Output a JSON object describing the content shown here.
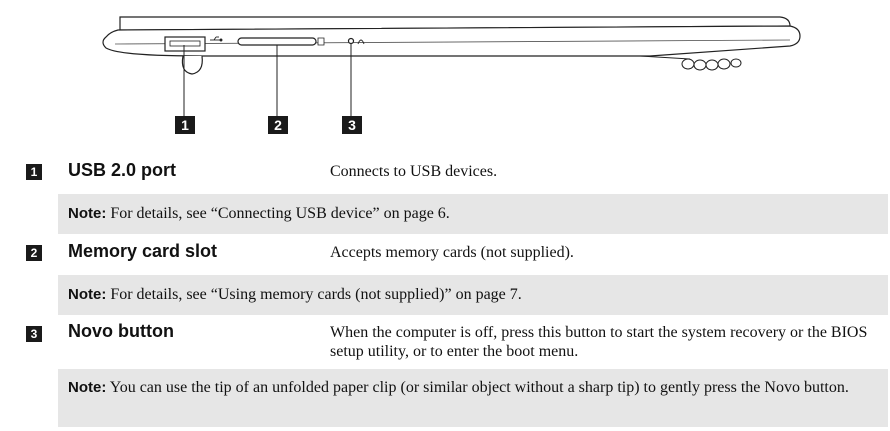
{
  "diagram": {
    "callouts": [
      "1",
      "2",
      "3"
    ],
    "port_icons": {
      "usb": "usb-symbol-icon",
      "sd": "sd-card-icon",
      "novo": "novo-arrow-icon"
    }
  },
  "items": [
    {
      "number": "1",
      "title": "USB 2.0 port",
      "description": "Connects to USB devices.",
      "note_label": "Note:",
      "note_text": "For details, see “Connecting USB device” on page 6."
    },
    {
      "number": "2",
      "title": "Memory card slot",
      "description": "Accepts memory cards (not supplied).",
      "note_label": "Note:",
      "note_text": "For details, see “Using memory cards (not supplied)” on page 7."
    },
    {
      "number": "3",
      "title": "Novo button",
      "description": "When the computer is off, press this button to start the system recovery or the BIOS setup utility, or to enter the boot menu.",
      "note_label": "Note:",
      "note_text": "You can use the tip of an unfolded paper clip (or similar object without a sharp tip) to gently press the Novo button."
    }
  ]
}
